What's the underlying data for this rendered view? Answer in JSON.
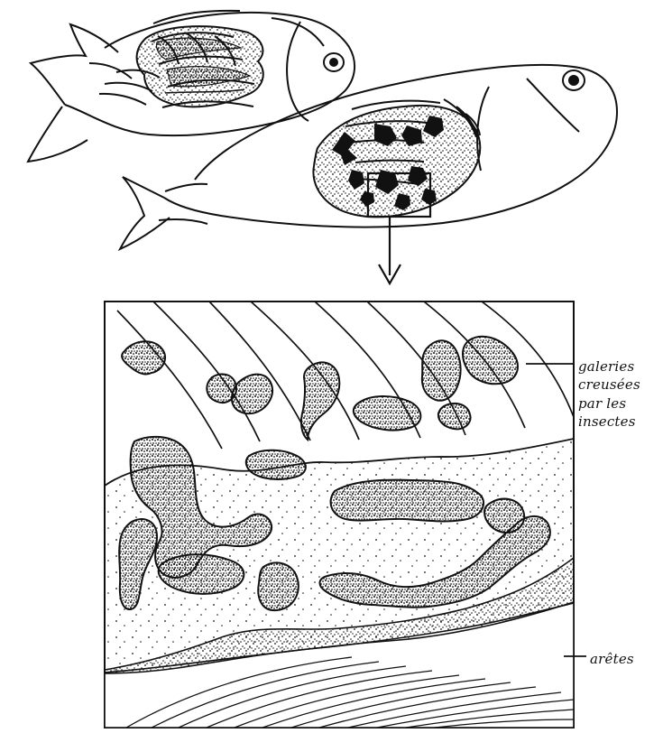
{
  "labels": {
    "galeries_line1": "galeries",
    "galeries_line2": "creusées",
    "galeries_line3": "par les",
    "galeries_line4": "insectes",
    "aretes": "arêtes"
  },
  "icons": {
    "fish_top_left": "fish-icon",
    "fish_middle": "fish-icon",
    "arrow_down": "arrow-down-icon"
  },
  "colors": {
    "ink": "#111111",
    "paper": "#ffffff"
  }
}
